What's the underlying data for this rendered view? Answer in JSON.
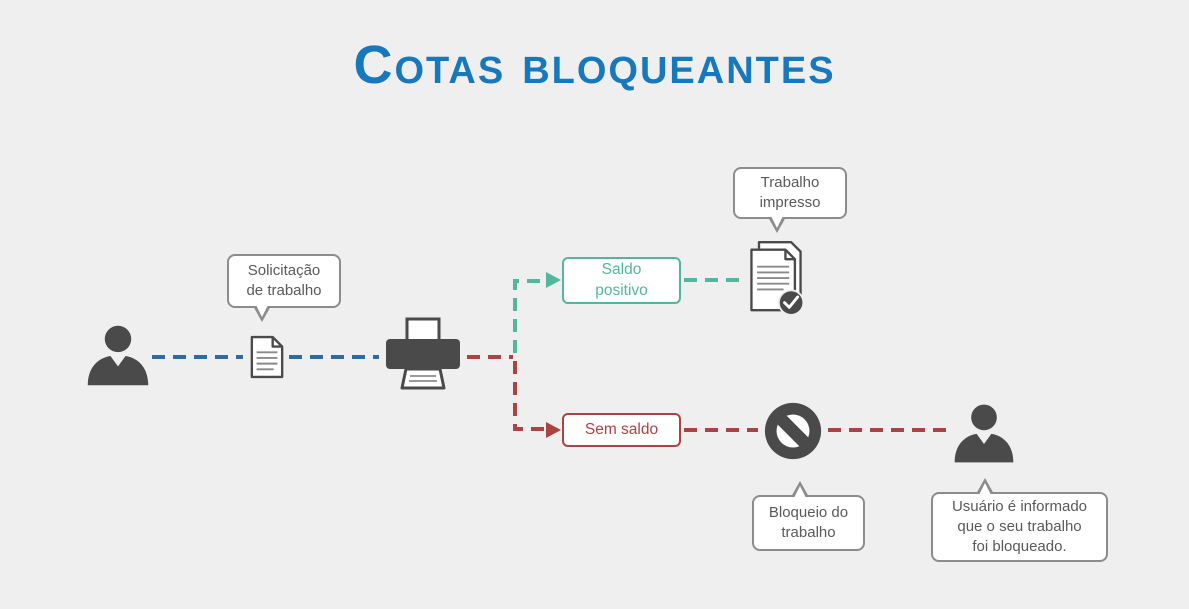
{
  "title": {
    "text": "Cotas bloqueantes"
  },
  "palette": {
    "background": "#efeff0",
    "title_blue": "#1878bd",
    "line_blue": "#2d6ba0",
    "teal": "#52b79c",
    "red": "#a94442",
    "icon_gray": "#4a4a4a",
    "bubble_border": "#8c8c8c",
    "bubble_text": "#595959"
  },
  "bubbles": {
    "request": "Solicitação\nde trabalho",
    "printed": "Trabalho\nimpresso",
    "blocked": "Bloqueio do\ntrabalho",
    "informed": "Usuário é informado\nque o seu trabalho\nfoi bloqueado."
  },
  "boxes": {
    "positive": {
      "label": "Saldo\npositivo"
    },
    "no_balance": {
      "label": "Sem saldo"
    }
  },
  "icons": {
    "start_user": "user-icon",
    "job_document": "document-icon",
    "printer": "printer-icon",
    "printed_job": "printed-documents-check-icon",
    "block": "block-icon",
    "end_user": "user-icon"
  }
}
